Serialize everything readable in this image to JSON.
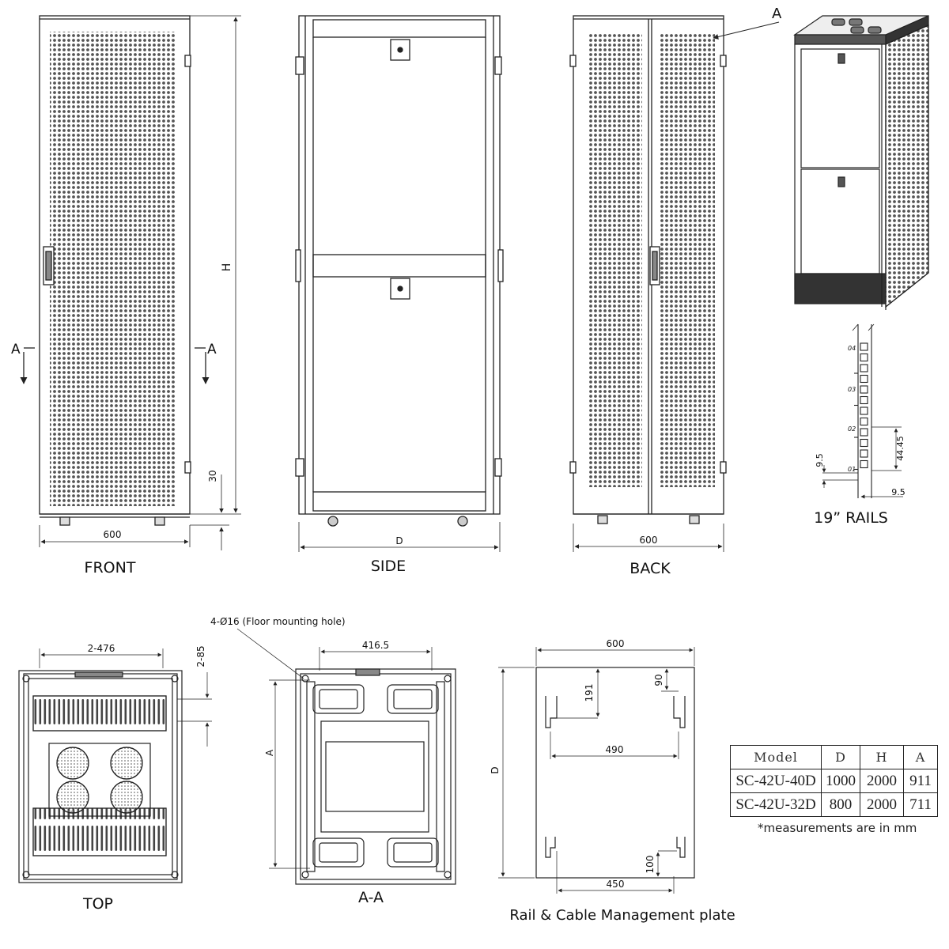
{
  "views": {
    "front": {
      "caption": "FRONT",
      "width_dim": "600",
      "height_dim": "H",
      "base_dim": "30",
      "section_mark": "A"
    },
    "side": {
      "caption": "SIDE",
      "depth_dim": "D"
    },
    "back": {
      "caption": "BACK",
      "width_dim": "600",
      "callout": "A"
    },
    "rails": {
      "caption": "19” RAILS",
      "unit_labels": [
        "04",
        "03",
        "02",
        "01"
      ],
      "pitch_dim": "44.45",
      "hole_dim_v": "9.5",
      "hole_dim_h": "9.5"
    },
    "top": {
      "caption": "TOP",
      "width_dim": "2-476",
      "side_dim": "2-85"
    },
    "section": {
      "caption": "A-A",
      "hole_note": "4-Ø16 (Floor mounting hole)",
      "width_dim": "416.5",
      "depth_dim": "A"
    },
    "plate": {
      "caption": "Rail & Cable Management plate",
      "width_dim": "600",
      "depth_dim": "D",
      "dim_191": "191",
      "dim_90": "90",
      "dim_490": "490",
      "dim_100": "100",
      "dim_450": "450"
    }
  },
  "spec_table": {
    "headers": [
      "Model",
      "D",
      "H",
      "A"
    ],
    "rows": [
      [
        "SC-42U-40D",
        "1000",
        "2000",
        "911"
      ],
      [
        "SC-42U-32D",
        "800",
        "2000",
        "711"
      ]
    ],
    "note": "*measurements are in mm"
  }
}
